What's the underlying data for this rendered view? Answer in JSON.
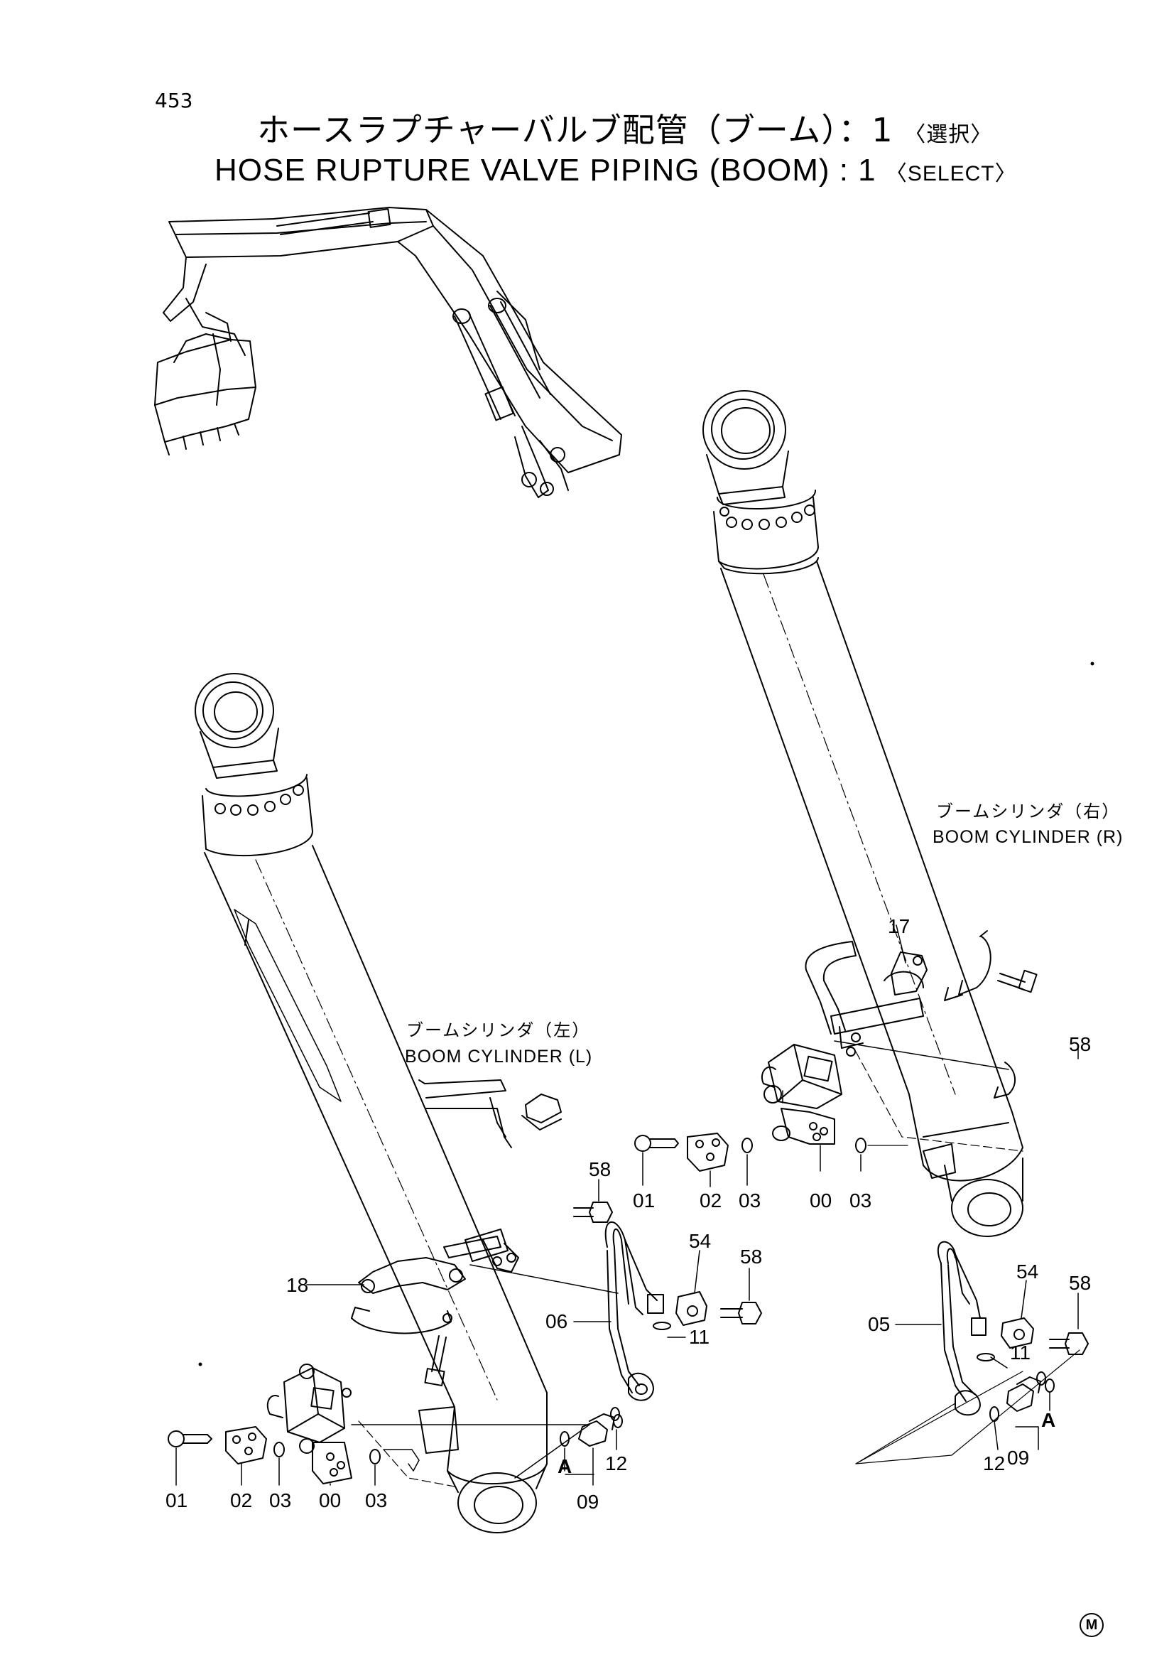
{
  "page_number": "453",
  "title": {
    "jp_main": "ホースラプチャーバルブ配管（ブーム）：1",
    "jp_tag": "〈選択〉",
    "en_main": "HOSE RUPTURE VALVE PIPING (BOOM) : 1",
    "en_tag": "〈SELECT〉"
  },
  "captions": {
    "right_jp": "ブームシリンダ（右）",
    "right_en": "BOOM CYLINDER (R)",
    "left_jp": "ブームシリンダ（左）",
    "left_en": "BOOM CYLINDER (L)"
  },
  "labels": {
    "r17": "17",
    "r58a": "58",
    "m58": "58",
    "m01": "01",
    "m02": "02",
    "m03": "03",
    "r00": "00",
    "r03": "03",
    "l18": "18",
    "l06": "06",
    "l54": "54",
    "l58": "58",
    "l11": "11",
    "r54": "54",
    "r58b": "58",
    "r05": "05",
    "r11": "11",
    "rA": "A",
    "r12": "12",
    "r09": "09",
    "b01": "01",
    "b02": "02",
    "b03a": "03",
    "b00": "00",
    "b03b": "03",
    "bA": "A",
    "b09": "09",
    "b12": "12"
  },
  "corner_mark": "M"
}
